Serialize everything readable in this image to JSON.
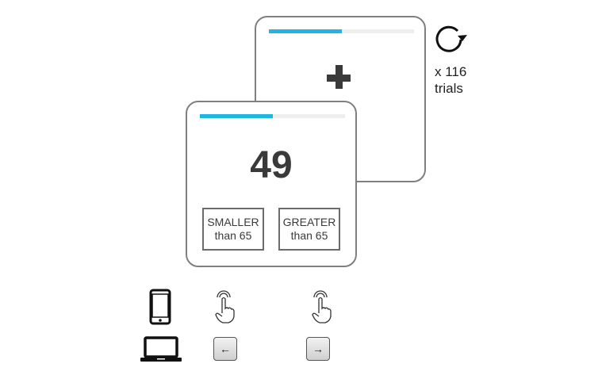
{
  "trials": {
    "line1": "x 116",
    "line2": "trials"
  },
  "fixation_card": {
    "progress_fraction": 0.5
  },
  "stimulus_card": {
    "progress_fraction": 0.5,
    "number": "49",
    "buttons": {
      "smaller": {
        "line1": "SMALLER",
        "line2": "than 65"
      },
      "greater": {
        "line1": "GREATER",
        "line2": "than 65"
      }
    }
  },
  "devices": [
    {
      "name": "phone",
      "left_response": "tap-icon",
      "right_response": "tap-icon"
    },
    {
      "name": "laptop",
      "left_response": "left-arrow-key",
      "right_response": "right-arrow-key"
    }
  ],
  "keys": {
    "left": "←",
    "right": "→"
  },
  "colors": {
    "progress": "#1fb6e3",
    "track": "#eeeeee",
    "border": "#7f7f7f",
    "text": "#3a3a3a"
  }
}
